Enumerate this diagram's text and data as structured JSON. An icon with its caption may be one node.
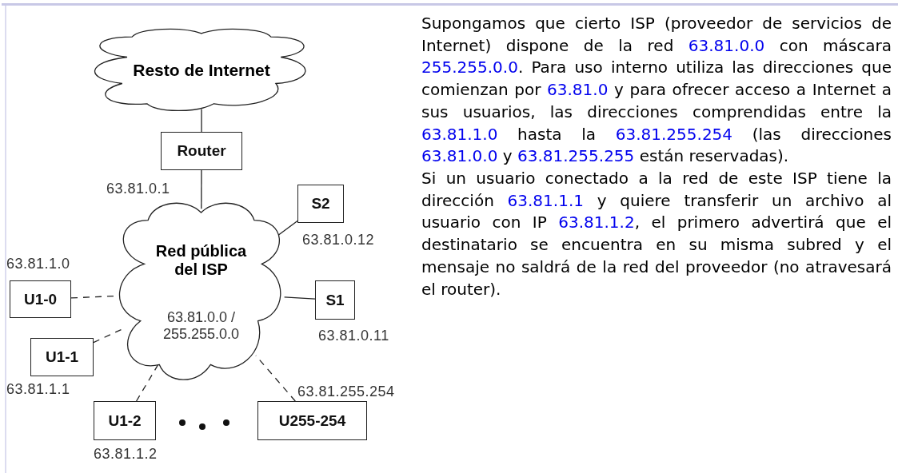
{
  "diagram": {
    "nodes": [
      {
        "text": [
          "Resto de Internet"
        ]
      },
      {
        "text": [
          "Router"
        ],
        "beside": [
          "63.81.0.1"
        ]
      },
      {
        "text": [
          "Red pública del ISP",
          "63.81.0.0 / 255.255.0.0"
        ]
      },
      {
        "text": [
          "S2"
        ],
        "beside": [
          "63.81.0.12"
        ]
      },
      {
        "text": [
          "U1-0"
        ],
        "beside": [
          "63.81.1.0"
        ]
      },
      {
        "text": [
          "S1"
        ],
        "beside": [
          "63.81.0.11"
        ]
      },
      {
        "text": [
          "U1-1"
        ],
        "beside": [
          "63.81.1.1"
        ]
      },
      {
        "text": [
          "U1-2"
        ],
        "beside": [
          "63.81.1.2"
        ]
      },
      {
        "text": [
          "U255-254"
        ],
        "beside": [
          "63.81.255.254"
        ]
      }
    ],
    "edges": [
      {
        "from": 0,
        "to": 1,
        "arrow": "none"
      },
      {
        "from": 1,
        "to": 2,
        "arrow": "none"
      },
      {
        "from": 2,
        "to": 3,
        "arrow": "none"
      },
      {
        "from": 4,
        "to": 2,
        "arrow": "none",
        "style": "dashed"
      },
      {
        "from": 2,
        "to": 5,
        "arrow": "none"
      },
      {
        "from": 6,
        "to": 2,
        "arrow": "none",
        "style": "dashed"
      },
      {
        "from": 7,
        "to": 2,
        "arrow": "none",
        "style": "dashed"
      },
      {
        "from": 8,
        "to": 2,
        "arrow": "none",
        "style": "dashed"
      }
    ],
    "labels": [
      "Supongamos que cierto ISP (proveedor de servicios de Internet) dispone de la red 63.81.0.0 con máscara 255.255.0.0. Para uso interno utiliza las direcciones que comienzan por 63.81.0 y para ofrecer acceso a Internet a sus usuarios, las direcciones comprendidas entre la 63.81.1.0 hasta la 63.81.255.254 (las direcciones 63.81.0.0 y 63.81.255.255 están reservadas).",
      "Si un usuario conectado a la red de este ISP tiene la dirección 63.81.1.1 y quiere transferir un archivo al usuario con IP 63.81.1.2, el primero advertirá que el destinatario se encuentra en su misma subred y el mensaje no saldrá de la red del proveedor (no atravesará el router)."
    ]
  }
}
